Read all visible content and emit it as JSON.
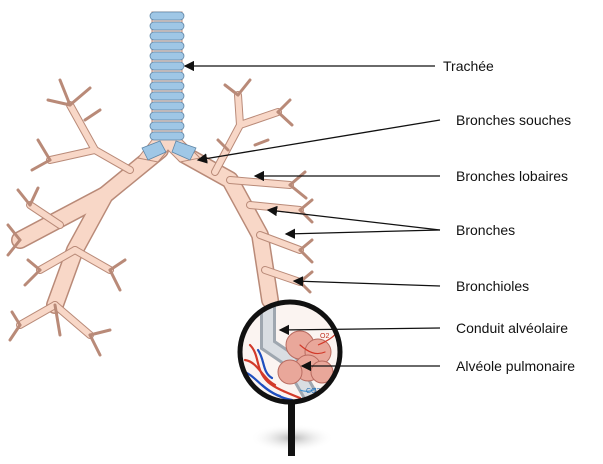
{
  "labels": {
    "trachea": "Trachée",
    "main_bronchi": "Bronches souches",
    "lobar_bronchi": "Bronches lobaires",
    "bronchi": "Bronches",
    "bronchioles": "Bronchioles",
    "alveolar_duct": "Conduit alvéolaire",
    "alveolus": "Alvéole pulmonaire"
  },
  "magnifier_labels": {
    "o2": "O2",
    "co2": "CO2"
  },
  "colors": {
    "airway_fill": "#f8d7c7",
    "airway_stroke": "#b98a78",
    "trachea_ring": "#9fc7e6",
    "trachea_ring_stroke": "#5f86a6",
    "arrow": "#111111",
    "alveolus_fill": "#e9a79a",
    "artery": "#d23a2a",
    "vein": "#1f4fbf"
  }
}
